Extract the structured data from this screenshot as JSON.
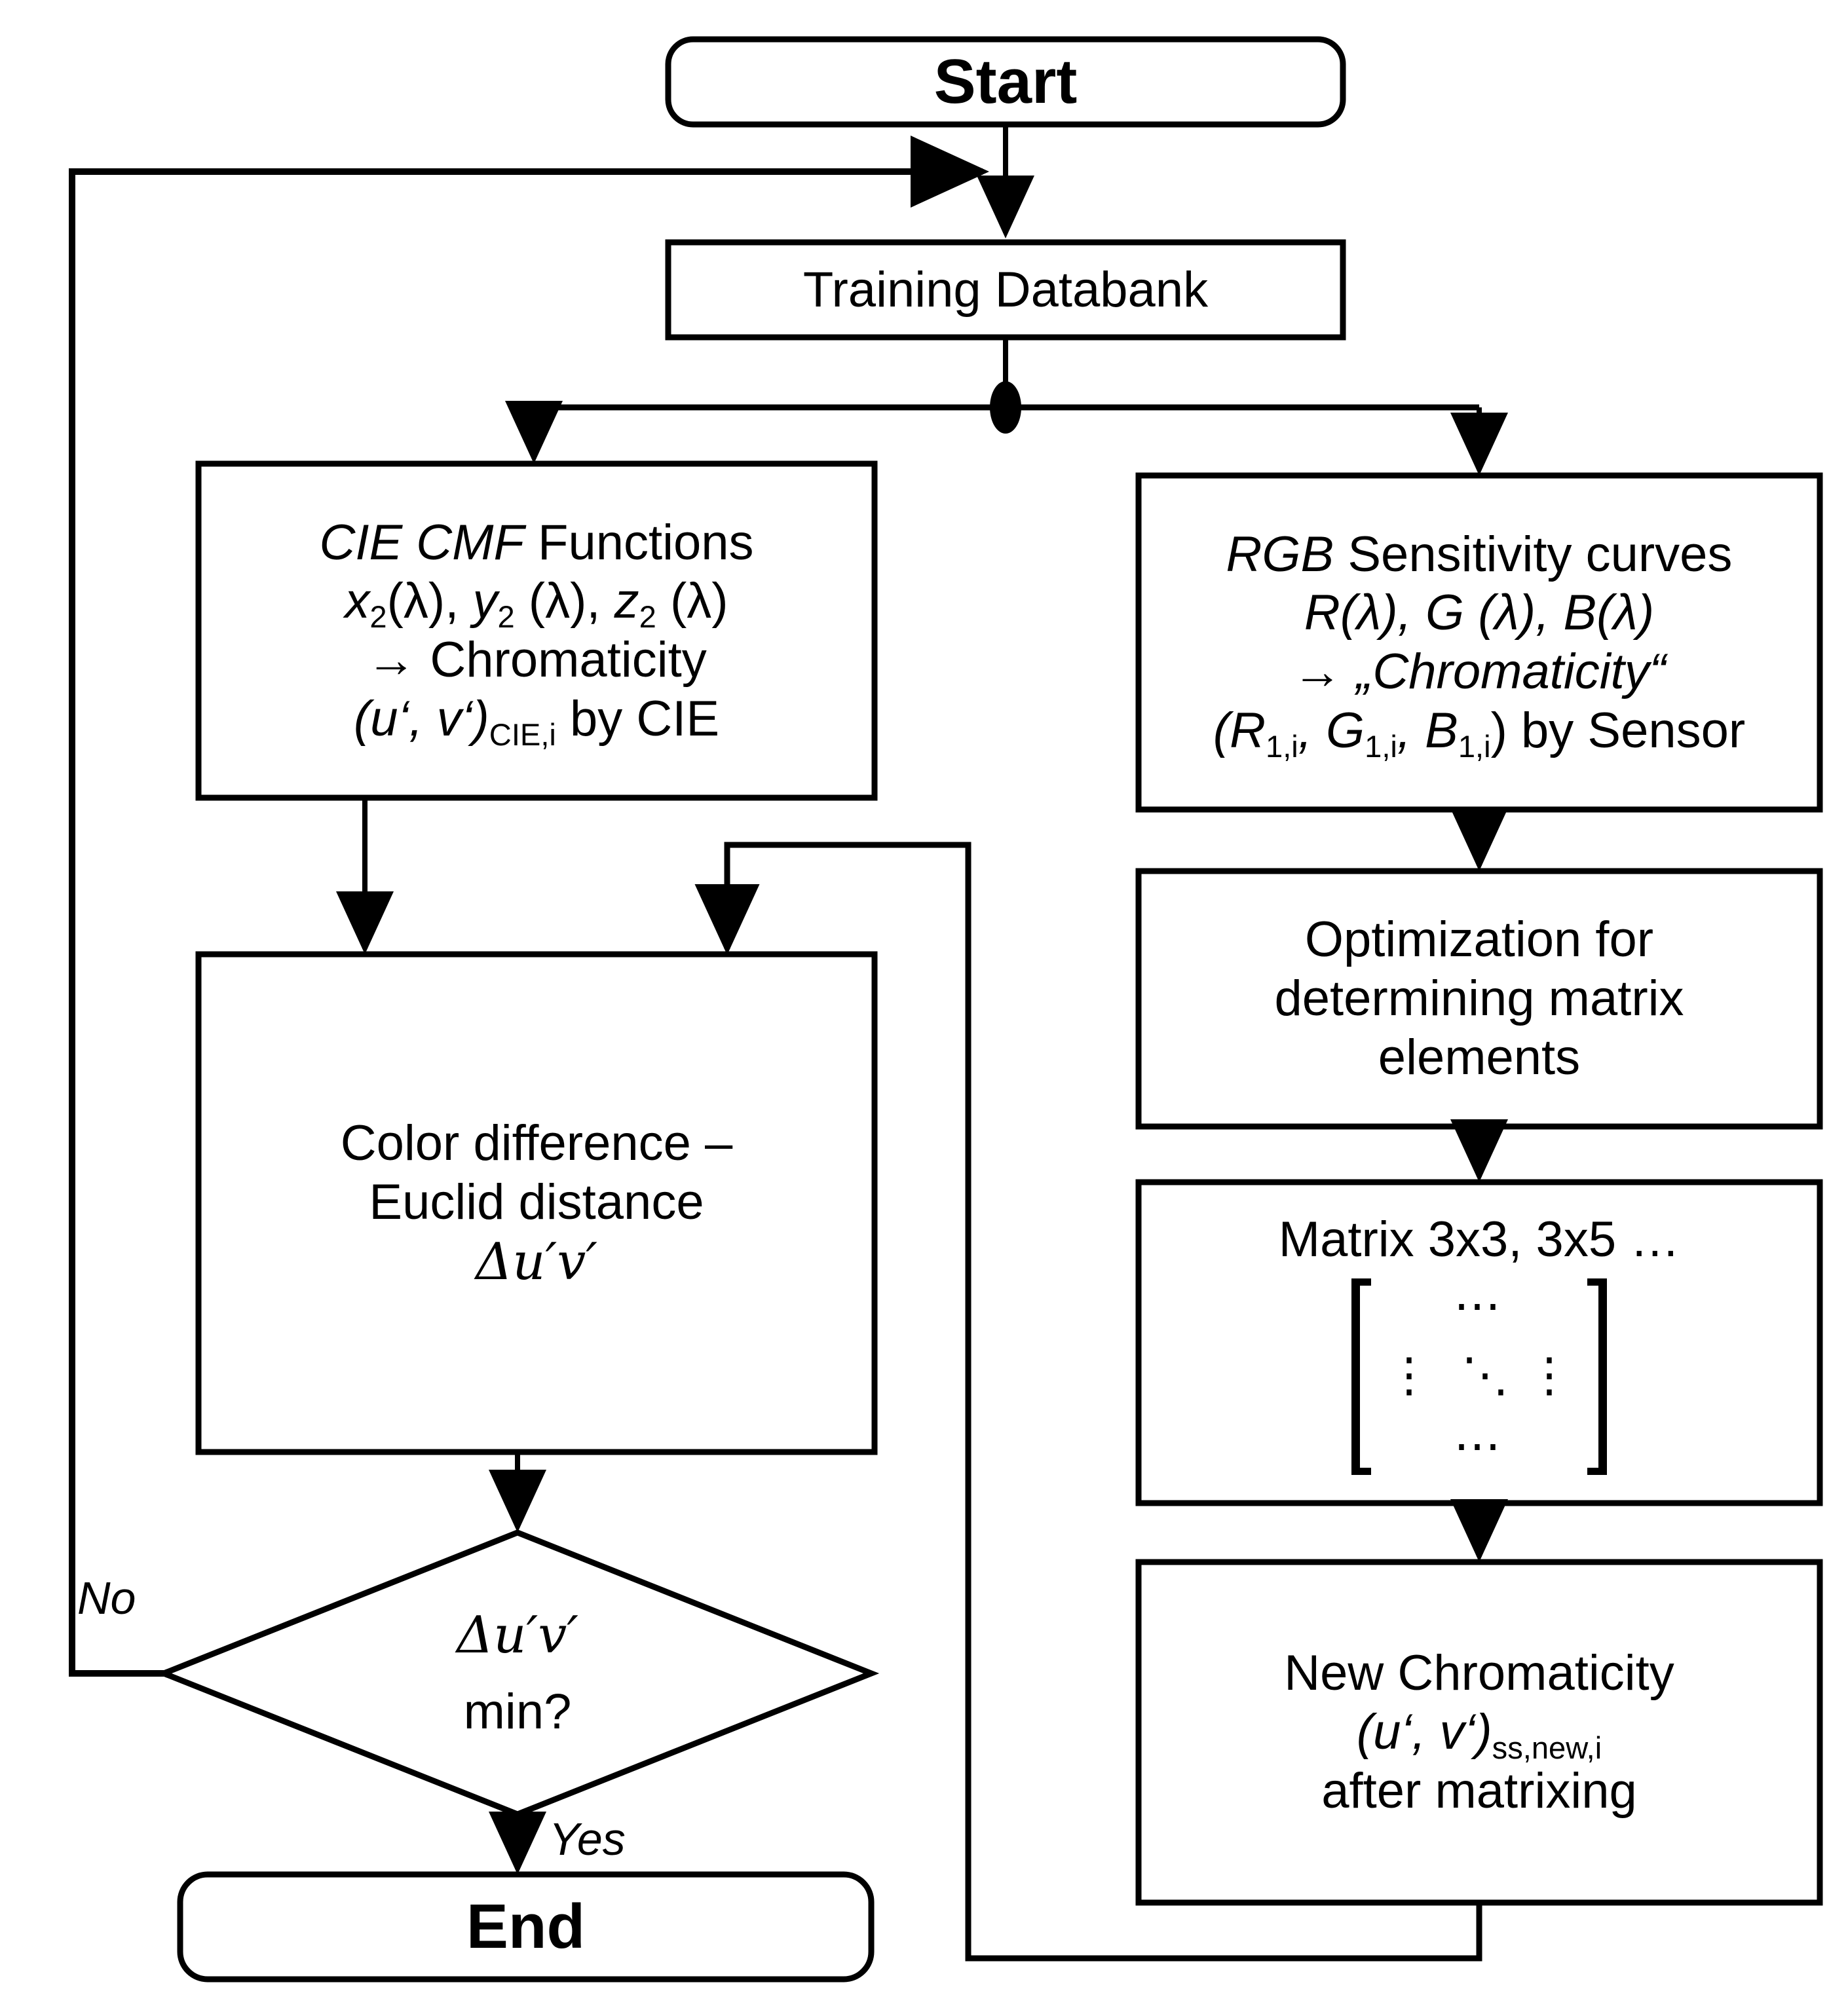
{
  "diagram": {
    "title": "Matrix optimization flowchart for sensor chromaticity calibration",
    "type": "flowchart",
    "background_color": "#ffffff",
    "line_color": "#000000",
    "text_color": "#000000"
  },
  "nodes": {
    "start": {
      "shape": "rounded-rectangle",
      "label": "Start"
    },
    "training_databank": {
      "shape": "rectangle",
      "label": "Training Databank"
    },
    "cie_cmf": {
      "shape": "rectangle",
      "line1_italic": "CIE CMF",
      "line1_rest": " Functions",
      "line2_a": "x",
      "line2_a_sub": "2",
      "line2_a_arg": "(λ), ",
      "line2_b": "y",
      "line2_b_sub": "2",
      "line2_b_arg": " (λ), ",
      "line2_c": "z",
      "line2_c_sub": "2",
      "line2_c_arg": " (λ)",
      "line3": "→ Chromaticity",
      "line4_a": "(u‘, v‘)",
      "line4_sub": "CIE,i",
      "line4_b": " by CIE"
    },
    "rgb_sensitivity": {
      "shape": "rectangle",
      "line1_italic": "RGB",
      "line1_rest": "  Sensitivity curves",
      "line2": "R(λ), G (λ), B(λ)",
      "line3_arrow": "→ ",
      "line3_italic": "„Chromaticity“",
      "line4_open": "(R",
      "line4_sub1": "1,i",
      "line4_mid1": ", G",
      "line4_sub2": "1,i",
      "line4_mid2": ", B",
      "line4_sub3": "1,i",
      "line4_close": ") by Sensor"
    },
    "color_difference": {
      "shape": "rectangle",
      "line1": "Color difference –",
      "line2": "Euclid distance",
      "line3_math": "Δu′v′"
    },
    "optimization": {
      "shape": "rectangle",
      "line1": "Optimization for",
      "line2": "determining matrix",
      "line3": "elements"
    },
    "matrix": {
      "shape": "rectangle",
      "title": "Matrix 3x3, 3x5 …",
      "top_dots": "• • •",
      "left_dots": "•\n•\n•",
      "diag_dots": "diagonal-ellipsis",
      "right_dots": "•\n•\n•",
      "bottom_dots": "• • •"
    },
    "new_chromaticity": {
      "shape": "rectangle",
      "line1": "New Chromaticity",
      "line2_a": "(u‘, v‘)",
      "line2_sub": "ss,new,i",
      "line3": "after matrixing"
    },
    "decision": {
      "shape": "diamond",
      "line1_math": "Δu′v′",
      "line2": "min?"
    },
    "end": {
      "shape": "rounded-rectangle",
      "label": "End"
    }
  },
  "edge_labels": {
    "no": "No",
    "yes": "Yes"
  },
  "junctions": {
    "split_dot": "filled-junction-dot"
  }
}
